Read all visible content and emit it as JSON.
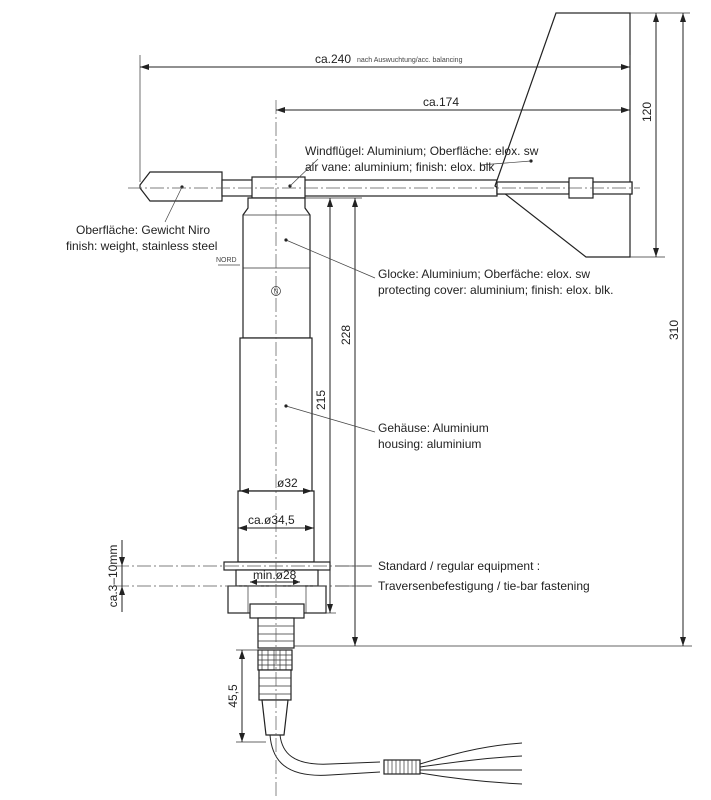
{
  "dimensions": {
    "overall_length": "ca.240",
    "balancing_note": "nach Auswuchtung/acc. balancing",
    "vane_to_axis": "ca.174",
    "vane_height": "120",
    "total_height": "310",
    "body_height_228": "228",
    "body_height_215": "215",
    "dia_32": "ø32",
    "dia_34_5": "ca.ø34,5",
    "min_dia_28": "min.ø28",
    "mount_range": "ca.3–10mm",
    "connector_length": "45,5"
  },
  "labels": {
    "vane_de": "Windflügel: Aluminium; Oberfläche: elox. sw",
    "vane_en": "air vane: aluminium; finish: elox. blk",
    "weight_de": "Oberfläche: Gewicht Niro",
    "weight_en": "finish: weight, stainless steel",
    "cover_de": "Glocke: Aluminium; Oberfäche: elox. sw",
    "cover_en": "protecting cover: aluminium; finish: elox. blk.",
    "housing_de": "Gehäuse: Aluminium",
    "housing_en": "housing: aluminium",
    "standard": "Standard / regular equipment :",
    "traverse": "Traversenbefestigung / tie-bar fastening",
    "north": "NORD",
    "north_mark": "N"
  }
}
